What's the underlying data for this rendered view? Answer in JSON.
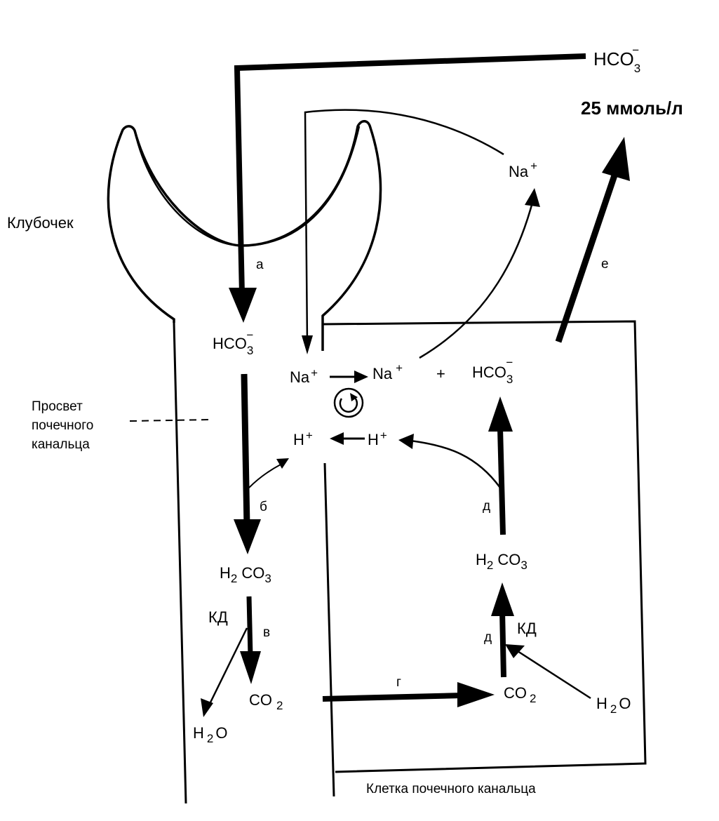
{
  "title_labels": {
    "glomerulus": "Клубочек",
    "lumen_line1": "Просвет",
    "lumen_line2": "почечного",
    "lumen_line3": "канальца",
    "cell": "Клетка почечного канальца"
  },
  "blood": {
    "hco3": "HCO",
    "hco3_sub": "3",
    "hco3_sup": "−",
    "concentration": "25 ммоль/л",
    "na": "Na",
    "na_sup": "+"
  },
  "lumen": {
    "hco3": "HCO",
    "hco3_sub": "3",
    "hco3_sup": "−",
    "h": "H",
    "h_sup": "+",
    "h2co3_h": "H",
    "h2co3_sub": "2",
    "h2co3_rest": "CO",
    "h2co3_sub2": "3",
    "kd": "КД",
    "co2": "CO",
    "co2_sub": "2",
    "h2o_h": "H",
    "h2o_sub": "2",
    "h2o_o": "O",
    "na": "Na",
    "na_sup": "+"
  },
  "cell": {
    "na": "Na",
    "na_sup": "+",
    "plus": "+",
    "hco3": "HCO",
    "hco3_sub": "3",
    "hco3_sup": "−",
    "h": "H",
    "h_sup": "+",
    "h2co3_h": "H",
    "h2co3_sub": "2",
    "h2co3_rest": "CO",
    "h2co3_sub2": "3",
    "kd": "КД",
    "co2": "CO",
    "co2_sub": "2",
    "h2o_h": "H",
    "h2o_sub": "2",
    "h2o_o": "O"
  },
  "step_letters": {
    "a": "а",
    "b": "б",
    "v": "в",
    "g": "г",
    "d1": "д",
    "d2": "д",
    "e": "е"
  }
}
